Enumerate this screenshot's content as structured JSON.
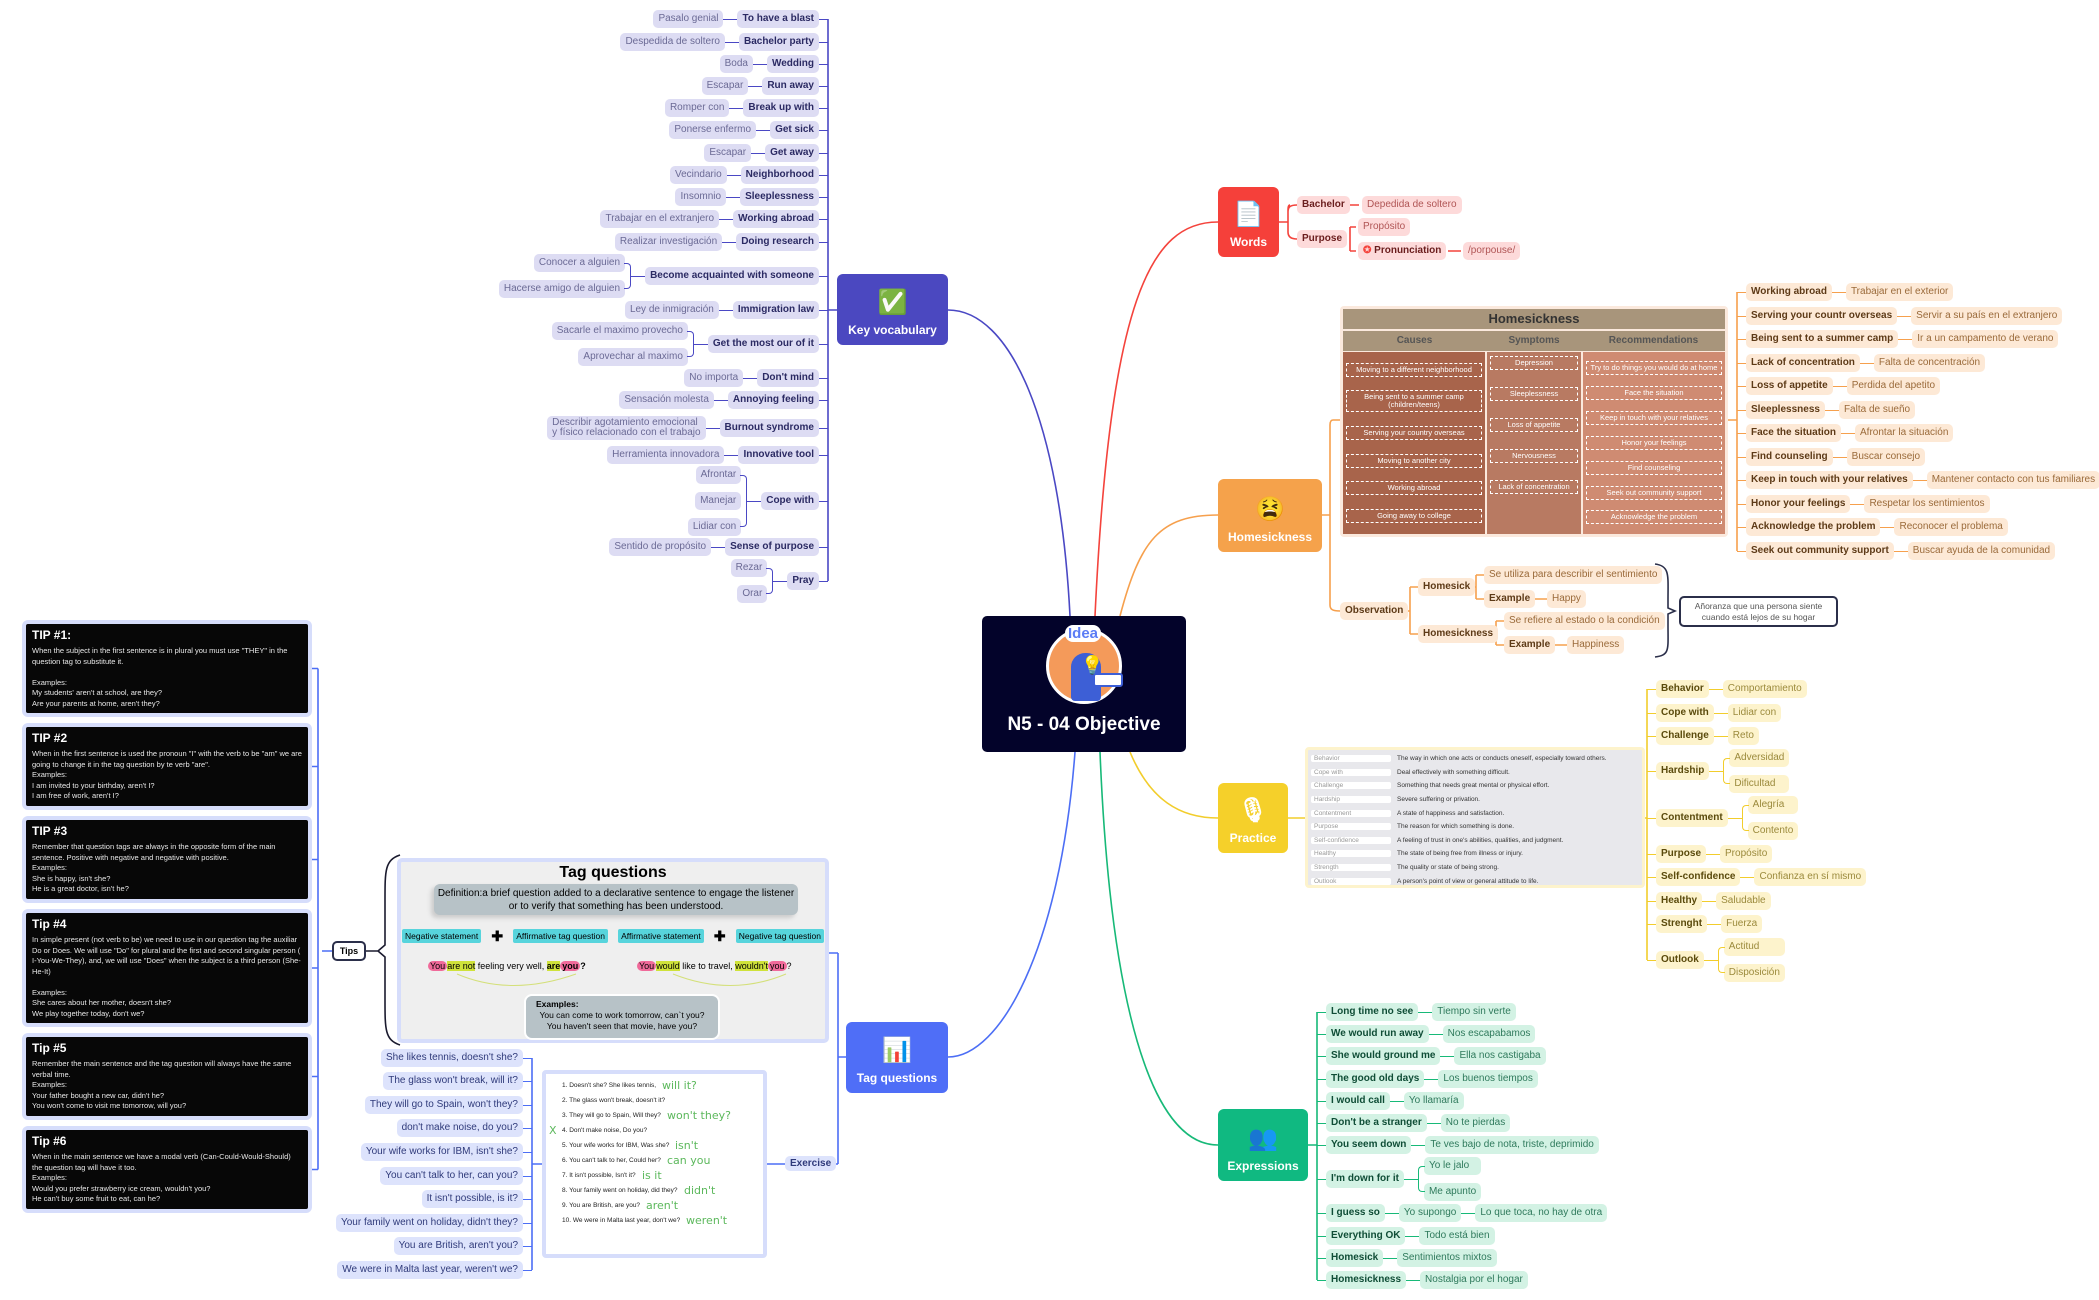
{
  "center": {
    "title": "N5 - 04 Objective",
    "logo_text": "Idea",
    "icon": "idea-head-lightbulb-icon"
  },
  "colors": {
    "key_vocabulary": "#4b48c0",
    "words": "#f5403a",
    "homesickness": "#f5a24b",
    "practice": "#f5d02a",
    "expressions": "#10b981",
    "tag_questions": "#4f6ef7",
    "center": "#03032a"
  },
  "key_vocabulary": {
    "label": "Key vocabulary",
    "icon": "verified-badge-icon",
    "items": [
      {
        "en": "To have a blast",
        "es": [
          "Pasalo genial"
        ]
      },
      {
        "en": "Bachelor party",
        "es": [
          "Despedida de soltero"
        ]
      },
      {
        "en": "Wedding",
        "es": [
          "Boda"
        ]
      },
      {
        "en": "Run away",
        "es": [
          "Escapar"
        ]
      },
      {
        "en": "Break up with",
        "es": [
          "Romper con"
        ]
      },
      {
        "en": "Get sick",
        "es": [
          "Ponerse enfermo"
        ]
      },
      {
        "en": "Get away",
        "es": [
          "Escapar"
        ]
      },
      {
        "en": "Neighborhood",
        "es": [
          "Vecindario"
        ]
      },
      {
        "en": "Sleeplessness",
        "es": [
          "Insomnio"
        ]
      },
      {
        "en": "Working abroad",
        "es": [
          "Trabajar en el extranjero"
        ]
      },
      {
        "en": "Doing research",
        "es": [
          "Realizar investigación"
        ]
      },
      {
        "en": "Become acquainted with someone",
        "es": [
          "Conocer a alguien",
          "Hacerse amigo de alguien"
        ]
      },
      {
        "en": "Immigration law",
        "es": [
          "Ley de inmigración"
        ]
      },
      {
        "en": "Get the most our of it",
        "es": [
          "Sacarle el maximo provecho",
          "Aprovechar al maximo"
        ]
      },
      {
        "en": "Don't mind",
        "es": [
          "No importa"
        ]
      },
      {
        "en": "Annoying feeling",
        "es": [
          "Sensación molesta"
        ]
      },
      {
        "en": "Burnout syndrome",
        "es": [
          "Describir agotamiento emocional\ny físico relacionado con el trabajo"
        ]
      },
      {
        "en": "Innovative tool",
        "es": [
          "Herramienta innovadora"
        ]
      },
      {
        "en": "Cope with",
        "es": [
          "Afrontar",
          "Manejar",
          "Lidiar con"
        ]
      },
      {
        "en": "Sense of purpose",
        "es": [
          "Sentido de propósito"
        ]
      },
      {
        "en": "Pray",
        "es": [
          "Rezar",
          "Orar"
        ]
      }
    ]
  },
  "words": {
    "label": "Words",
    "icon": "document-search-icon",
    "bachelor": {
      "en": "Bachelor",
      "es": "Depedida de soltero"
    },
    "purpose": {
      "en": "Purpose",
      "es": "Propósito",
      "pronunciation_label": "Pronunciation",
      "pronunciation": "/porpouse/"
    }
  },
  "homesickness": {
    "label": "Homesickness",
    "icon": "tired-face-emoji-icon",
    "table": {
      "title": "Homesickness",
      "headers": [
        "Causes",
        "Symptoms",
        "Recommendations"
      ],
      "causes": [
        "Moving to a different neighborhood",
        "Being sent to a summer camp (children/teens)",
        "Serving your country overseas",
        "Moving to another city",
        "Working abroad",
        "Going away to college"
      ],
      "symptoms": [
        "Depression",
        "Sleeplessness",
        "Loss of appetite",
        "Nervousness",
        "Lack of concentration"
      ],
      "recommendations": [
        "Try to do things you would do at home",
        "Face the situation",
        "Keep in touch with your relatives",
        "Honor your feelings",
        "Find counseling",
        "Seek out community support",
        "Acknowledge the problem"
      ]
    },
    "translations": [
      {
        "en": "Working abroad",
        "es": [
          "Trabajar en el exterior"
        ]
      },
      {
        "en": "Serving your countr overseas",
        "es": [
          "Servir a su país en el extranjero"
        ]
      },
      {
        "en": "Being sent to a summer camp",
        "es": [
          "Ir a un campamento de verano"
        ]
      },
      {
        "en": "Lack of concentration",
        "es": [
          "Falta de concentración"
        ]
      },
      {
        "en": "Loss of appetite",
        "es": [
          "Perdida del apetito"
        ]
      },
      {
        "en": "Sleeplessness",
        "es": [
          "Falta de sueño"
        ]
      },
      {
        "en": "Face the situation",
        "es": [
          "Afrontar la situación"
        ]
      },
      {
        "en": "Find counseling",
        "es": [
          "Buscar consejo"
        ]
      },
      {
        "en": "Keep in touch with your relatives",
        "es": [
          "Mantener contacto con tus familiares"
        ]
      },
      {
        "en": "Honor your feelings",
        "es": [
          "Respetar los sentimientos"
        ]
      },
      {
        "en": "Acknowledge the problem",
        "es": [
          "Reconocer el problema"
        ]
      },
      {
        "en": "Seek out community support",
        "es": [
          "Buscar ayuda de la comunidad"
        ]
      }
    ],
    "observation": {
      "label": "Observation",
      "homesick": {
        "label": "Homesick",
        "desc": "Se utiliza para describir el sentimiento",
        "example_label": "Example",
        "example": "Happy"
      },
      "homesickness": {
        "label": "Homesickness",
        "desc": "Se refiere al estado o la condición",
        "example_label": "Example",
        "example": "Happiness"
      },
      "note": "Añoranza que una persona siente cuando está lejos de su hogar"
    }
  },
  "practice": {
    "label": "Practice",
    "icon": "microphone-icon",
    "glossary": [
      [
        "Behavior",
        "The way in which one acts or conducts oneself, especially toward others."
      ],
      [
        "Cope with",
        "Deal effectively with something difficult."
      ],
      [
        "Challenge",
        "Something that needs great mental or physical effort."
      ],
      [
        "Hardship",
        "Severe suffering or privation."
      ],
      [
        "Contentment",
        "A state of happiness and satisfaction."
      ],
      [
        "Purpose",
        "The reason for which something is done."
      ],
      [
        "Self-confidence",
        "A feeling of trust in one's abilities, qualities, and judgment."
      ],
      [
        "Healthy",
        "The state of being free from illness or injury."
      ],
      [
        "Strength",
        "The quality or state of being strong."
      ],
      [
        "Outlook",
        "A person's point of view or general attitude to life."
      ]
    ],
    "items": [
      {
        "en": "Behavior",
        "es": [
          "Comportamiento"
        ]
      },
      {
        "en": "Cope with",
        "es": [
          "Lidiar con"
        ]
      },
      {
        "en": "Challenge",
        "es": [
          "Reto"
        ]
      },
      {
        "en": "Hardship",
        "es": [
          "Adversidad",
          "Dificultad"
        ]
      },
      {
        "en": "Contentment",
        "es": [
          "Alegría",
          "Contento"
        ]
      },
      {
        "en": "Purpose",
        "es": [
          "Propósito"
        ]
      },
      {
        "en": "Self-confidence",
        "es": [
          "Confianza en sí mismo"
        ]
      },
      {
        "en": "Healthy",
        "es": [
          "Saludable"
        ]
      },
      {
        "en": "Strenght",
        "es": [
          "Fuerza"
        ]
      },
      {
        "en": "Outlook",
        "es": [
          "Actitud",
          "Disposición"
        ]
      }
    ]
  },
  "expressions": {
    "label": "Expressions",
    "icon": "people-talking-icon",
    "items": [
      {
        "en": "Long time no see",
        "es": [
          "Tiempo sin verte"
        ]
      },
      {
        "en": "We would run away",
        "es": [
          "Nos escapabamos"
        ]
      },
      {
        "en": "She would ground me",
        "es": [
          "Ella nos castigaba"
        ]
      },
      {
        "en": "The good old days",
        "es": [
          "Los buenos tiempos"
        ]
      },
      {
        "en": "I would call",
        "es": [
          "Yo llamaría"
        ]
      },
      {
        "en": "Don't be a stranger",
        "es": [
          "No te pierdas"
        ]
      },
      {
        "en": "You seem down",
        "es": [
          "Te ves bajo de nota, triste, deprimido"
        ]
      },
      {
        "en": "I'm down for it",
        "es": [
          "Yo le jalo",
          "Me apunto"
        ]
      },
      {
        "en": "I guess so",
        "es": [
          "Yo supongo"
        ],
        "chain": "Lo que toca, no hay de otra"
      },
      {
        "en": "Everything OK",
        "es": [
          "Todo está bien"
        ]
      },
      {
        "en": "Homesick",
        "es": [
          "Sentimientos mixtos"
        ]
      },
      {
        "en": "Homesickness",
        "es": [
          "Nostalgia por el hogar"
        ]
      }
    ]
  },
  "tag_questions": {
    "label": "Tag questions",
    "icon": "chart-board-icon",
    "tips_label": "Tips",
    "tips": [
      {
        "title": "TIP #1:",
        "lines": [
          "When the subject in the first sentence is in plural you must use \"THEY\" in the question tag to substitute it.",
          "",
          "Examples:",
          "My students' aren't at school, are they?",
          "Are  your parents at home, aren't they?"
        ]
      },
      {
        "title": "TIP #2",
        "lines": [
          "When in the first sentence is used the pronoun \"I\" with the verb to be \"am\" we are going to change it in the tag question by te verb \"are\".",
          "Examples:",
          "I am invited to your birthday, aren't I?",
          "I am free of work, aren't I?"
        ]
      },
      {
        "title": "TIP #3",
        "lines": [
          "Remember that question tags are always in the opposite form of the main sentence. Positive with negative and negative with positive.",
          "Examples:",
          "She is happy, isn't she?",
          "He is a great doctor, isn't he?"
        ]
      },
      {
        "title": "Tip #4",
        "lines": [
          "In simple present (not verb to be) we need to use in our question tag the auxiliar Do or Does. We will use \"Do\" for plural and the first and second singular person ( I-You-We-They), and, we will use \"Does\" when the subject is a third person (She-He-It)",
          "",
          "Examples:",
          "She cares about her mother, doesn't she?",
          "We play together today, don't we?"
        ]
      },
      {
        "title": "Tip #5",
        "lines": [
          "Remember the main sentence and the tag question will always have the same verbal time.",
          "Examples:",
          "Your father bought a new car, didn't he?",
          "You won't come to visit me tomorrow, will you?"
        ]
      },
      {
        "title": "Tip #6",
        "lines": [
          "When in the main sentence we have a modal verb (Can-Could-Would-Should) the question tag will have it too.",
          "Examples:",
          "Would you prefer strawberry ice cream, wouldn't you?",
          "He can't  buy some fruit to eat, can he?"
        ]
      }
    ],
    "panel": {
      "title": "Tag questions",
      "definition": "Definition:a brief question added to a declarative sentence to engage the listener or to verify that something has been understood.",
      "formulas": [
        "Negative statement",
        "Affirmative tag question",
        "Affirmative statement",
        "Negative tag question"
      ],
      "example1": {
        "you": "You",
        "verb": "are not",
        "rest": " feeling very well, ",
        "tag_verb": "are",
        "tag_you": "you",
        "end": "?"
      },
      "example2": {
        "you": "You",
        "verb": "would",
        "rest": " like to travel, ",
        "tag_verb": "wouldn't",
        "tag_you": "you",
        "end": "?"
      },
      "examples_label": "Examples:",
      "examples": [
        "You can come to work tomorrow, can`t you?",
        "You haven't seen that movie, have you?"
      ]
    },
    "exercise_label": "Exercise",
    "worksheet": [
      "1. Doesn't she? She likes tennis,",
      "2. The glass won't break, doesn't it?",
      "3. They will go to Spain, Will they?",
      "4. Don't make noise, Do you?",
      "5. Your wife works for IBM, Was she?",
      "6. You can't talk to her, Could her?",
      "7. It isn't possible, Isn't it?",
      "8. Your family went on holiday, did they?",
      "9. You are British, are you?",
      "10. We were in Malta last year, don't we?"
    ],
    "handwritten": [
      "will it?",
      "won't they?",
      "X",
      "isn't",
      "can you",
      "is it",
      "didn't",
      "aren't",
      "weren't"
    ],
    "answers": [
      "She likes tennis, doesn't she?",
      "The glass won't break, will it?",
      "They will go to Spain, won't they?",
      "don't make noise, do you?",
      "Your wife works for IBM, isn't she?",
      "You can't talk to her, can you?",
      "It isn't possible, is it?",
      "Your family went on holiday, didn't they?",
      "You are British, aren't you?",
      "We were in Malta last year, weren't we?"
    ]
  }
}
